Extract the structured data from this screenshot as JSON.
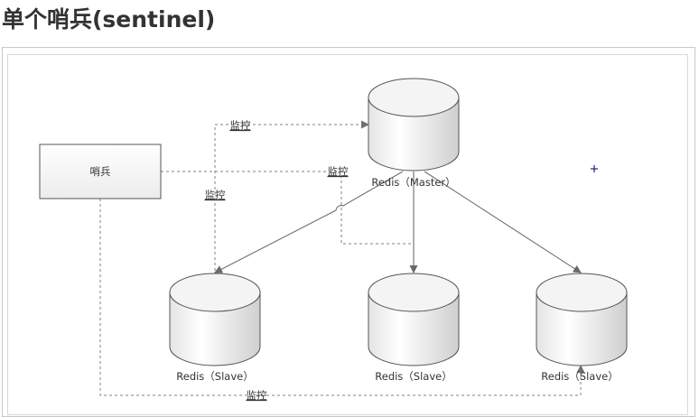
{
  "page": {
    "title": "单个哨兵(sentinel)"
  },
  "diagram": {
    "sentinel": {
      "label": "哨兵"
    },
    "master": {
      "label": "Redis（Master）"
    },
    "slaves": [
      {
        "label": "Redis（Slave）"
      },
      {
        "label": "Redis（Slave）"
      },
      {
        "label": "Redis（Slave）"
      }
    ],
    "monitor_labels": [
      "监控",
      "监控",
      "监控",
      "监控"
    ],
    "colors": {
      "line": "#707070",
      "dashed_line": "#808080",
      "cylinder_stroke": "#555555",
      "cylinder_fill_light": "#ffffff",
      "cylinder_fill_dark": "#d8d8d8",
      "box_fill": "#f2f2f2",
      "marker": "#1a237e"
    },
    "icons": [
      "crosshair-marker-icon"
    ]
  }
}
